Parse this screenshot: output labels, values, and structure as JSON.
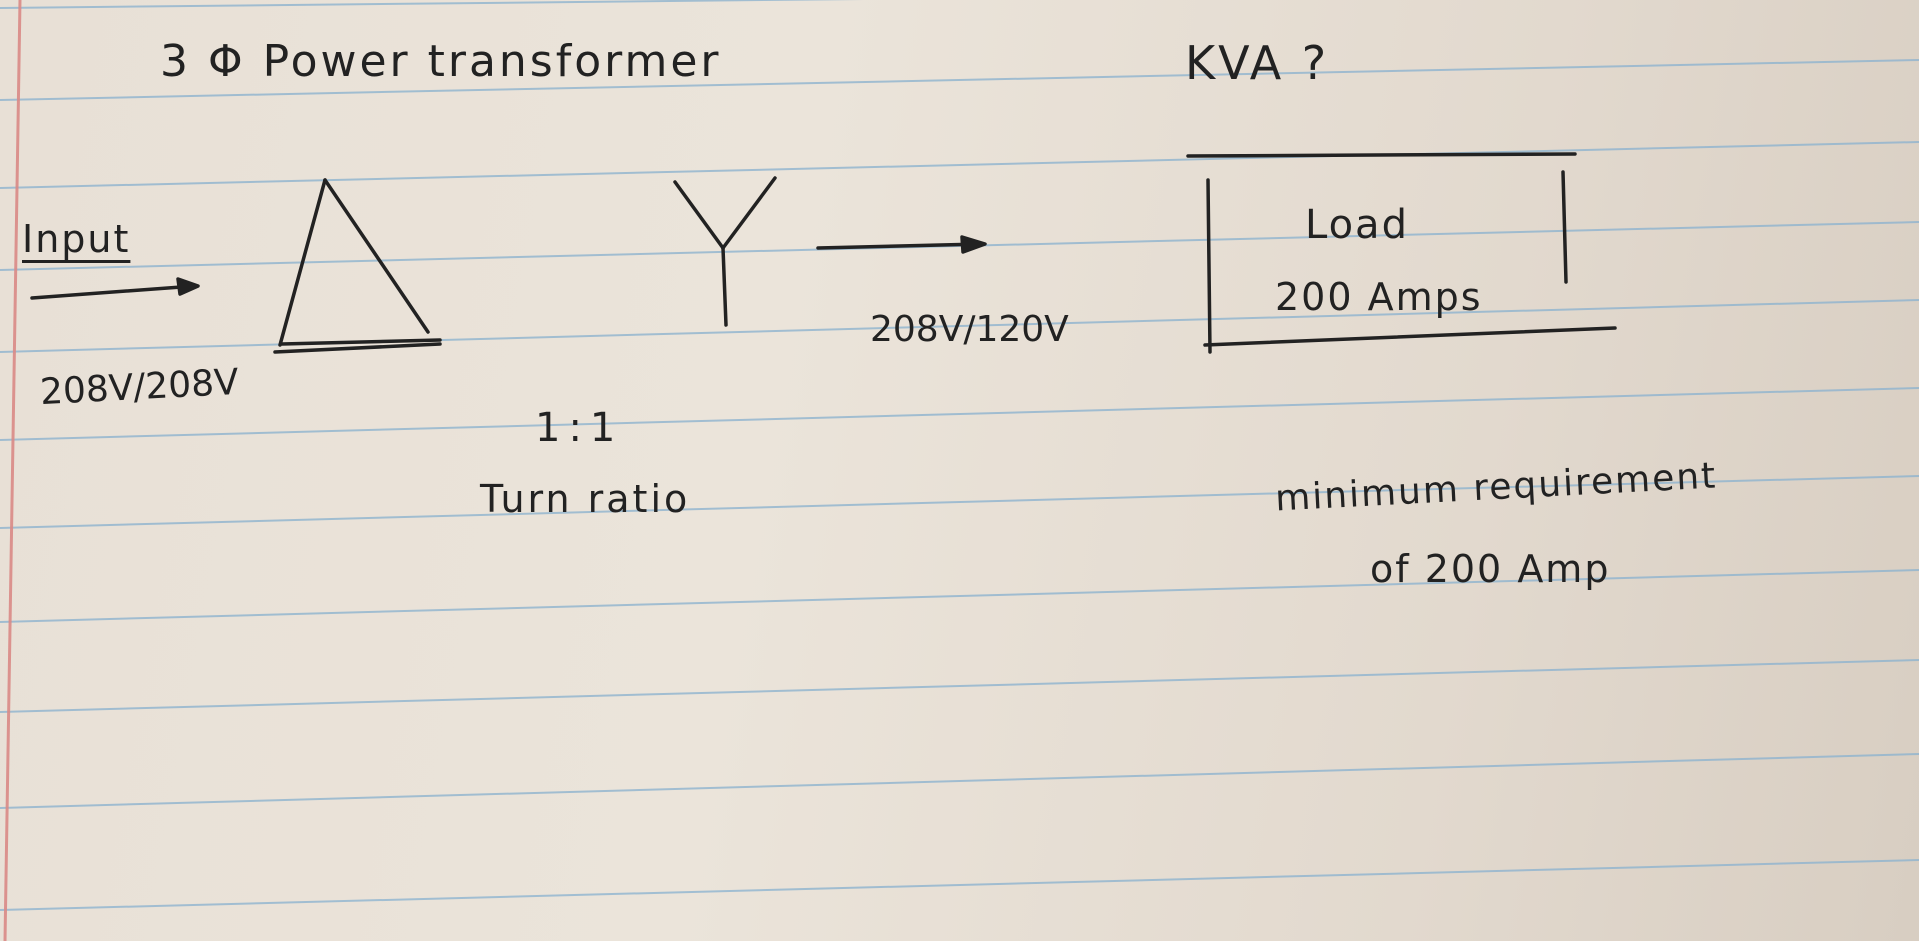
{
  "diagram": {
    "title": "3 Φ Power transformer",
    "question": "KVA ?",
    "input": {
      "label": "Input",
      "voltage": "208V/208V"
    },
    "primary_symbol": "delta-symbol",
    "secondary_symbol": "wye-symbol",
    "output_voltage": "208V/120V",
    "ratio": {
      "value": "1:1",
      "label": "Turn ratio"
    },
    "load": {
      "title": "Load",
      "current": "200 Amps"
    },
    "requirement": {
      "line1": "minimum requirement",
      "line2": "of 200 Amp"
    },
    "colors": {
      "paper": "#e8e0d6",
      "rule_lines": "#8fb4cf",
      "margin_line": "#d98a86",
      "ink": "#222222"
    }
  }
}
